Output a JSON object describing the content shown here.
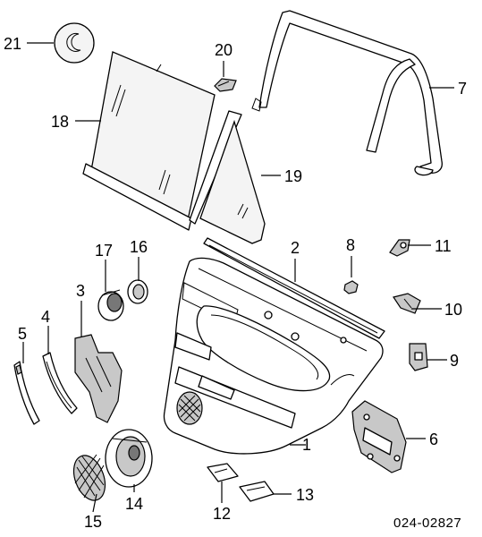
{
  "diagram": {
    "callouts": [
      "1",
      "2",
      "3",
      "4",
      "5",
      "6",
      "7",
      "8",
      "9",
      "10",
      "11",
      "12",
      "13",
      "14",
      "15",
      "16",
      "17",
      "18",
      "19",
      "20",
      "21"
    ],
    "reference_code": "024-02827"
  },
  "parts": [
    {
      "callout": "1",
      "icon": "door-trim-panel-icon"
    },
    {
      "callout": "2",
      "icon": "trim-strip-icon"
    },
    {
      "callout": "3",
      "icon": "speaker-bracket-icon"
    },
    {
      "callout": "4",
      "icon": "trim-strip-icon"
    },
    {
      "callout": "5",
      "icon": "trim-strip-icon"
    },
    {
      "callout": "6",
      "icon": "bracket-plate-icon"
    },
    {
      "callout": "7",
      "icon": "window-channel-icon"
    },
    {
      "callout": "8",
      "icon": "clip-icon"
    },
    {
      "callout": "9",
      "icon": "bracket-icon"
    },
    {
      "callout": "10",
      "icon": "clip-icon"
    },
    {
      "callout": "11",
      "icon": "clip-icon"
    },
    {
      "callout": "12",
      "icon": "switch-icon"
    },
    {
      "callout": "13",
      "icon": "handle-cover-icon"
    },
    {
      "callout": "14",
      "icon": "speaker-icon"
    },
    {
      "callout": "15",
      "icon": "speaker-grille-icon"
    },
    {
      "callout": "16",
      "icon": "tweeter-ring-icon"
    },
    {
      "callout": "17",
      "icon": "tweeter-icon"
    },
    {
      "callout": "18",
      "icon": "window-glass-icon"
    },
    {
      "callout": "19",
      "icon": "quarter-glass-icon"
    },
    {
      "callout": "20",
      "icon": "clip-icon"
    },
    {
      "callout": "21",
      "icon": "sticker-disc-icon"
    }
  ]
}
